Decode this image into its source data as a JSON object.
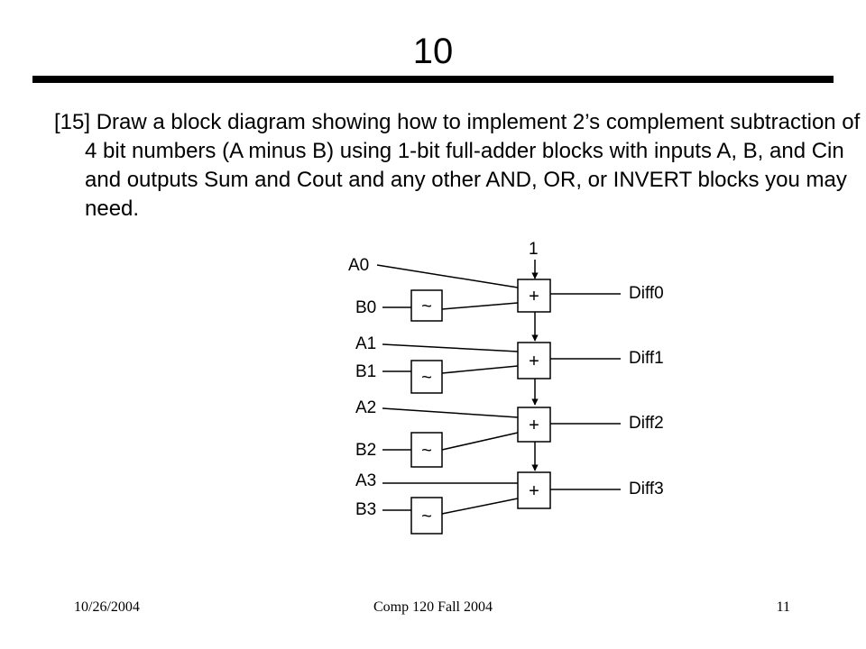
{
  "slide": {
    "title": "10",
    "question": "[15] Draw a block diagram showing how to implement 2’s complement subtraction of 4 bit numbers (A minus B) using 1-bit full-adder blocks with inputs A, B, and Cin and outputs Sum and Cout and any other AND, OR, or INVERT blocks you may need."
  },
  "diagram": {
    "carry_in_label": "1",
    "adder_symbol": "+",
    "inverter_symbol": "~",
    "stages": [
      {
        "a_label": "A0",
        "b_label": "B0",
        "out_label": "Diff0"
      },
      {
        "a_label": "A1",
        "b_label": "B1",
        "out_label": "Diff1"
      },
      {
        "a_label": "A2",
        "b_label": "B2",
        "out_label": "Diff2"
      },
      {
        "a_label": "A3",
        "b_label": "B3",
        "out_label": "Diff3"
      }
    ]
  },
  "footer": {
    "date": "10/26/2004",
    "course": "Comp 120 Fall 2004",
    "page": "11"
  }
}
